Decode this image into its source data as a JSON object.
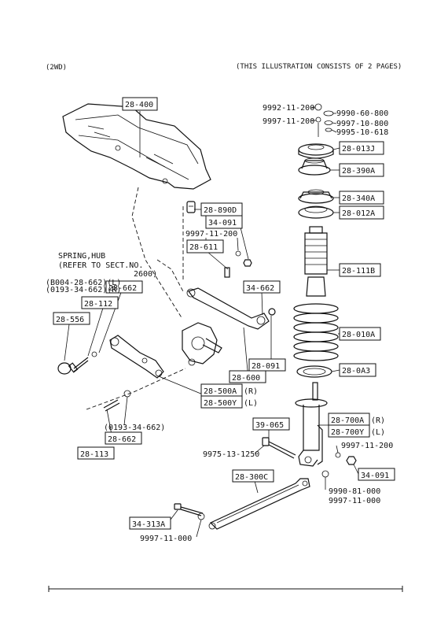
{
  "header": {
    "left": "(2WD)",
    "right": "(THIS ILLUSTRATION CONSISTS OF  2 PAGES)"
  },
  "callouts": {
    "c28400": "28-400",
    "c28890D": "28-890D",
    "c34091a": "34-091",
    "c28611": "28-611",
    "c28662a": "28-662",
    "c28112": "28-112",
    "c28556": "28-556",
    "c34662": "34-662",
    "c28091": "28-091",
    "c28600": "28-600",
    "c28500A": "28-500A",
    "c28500A_side": "(R)",
    "c28500Y": "28-500Y",
    "c28500Y_side": "(L)",
    "c28662b": "28-662",
    "c28113": "28-113",
    "c39065": "39-065",
    "c28300C": "28-300C",
    "c34313A": "34-313A",
    "c28013J": "28-013J",
    "c28390A": "28-390A",
    "c28340A": "28-340A",
    "c28012A": "28-012A",
    "c28111B": "28-111B",
    "c28010A": "28-010A",
    "c280A3": "28-0A3",
    "c28700A": "28-700A",
    "c28700A_side": "(R)",
    "c28700Y": "28-700Y",
    "c28700Y_side": "(L)",
    "c34091b": "34-091"
  },
  "plain_labels": {
    "p9992": "9992-11-200",
    "p9997a": "9997-11-200",
    "p9990a": "9990-60-800",
    "p9997b": "9997-10-800",
    "p9995": "9995-10-618",
    "p9997c": "9997-11-200",
    "spring1": "SPRING,HUB",
    "spring2": "(REFER TO SECT.NO.",
    "spring3": "2600)",
    "note1": "(B004-28-662)(L)",
    "note2": "(0193-34-662)(R)",
    "note3": "(0193-34-662)",
    "p9975": "9975-13-1250",
    "p9997d": "9997-11-200",
    "p9990b": "9990-81-000",
    "p9997e": "9997-11-000",
    "p9997f": "9997-11-000"
  }
}
